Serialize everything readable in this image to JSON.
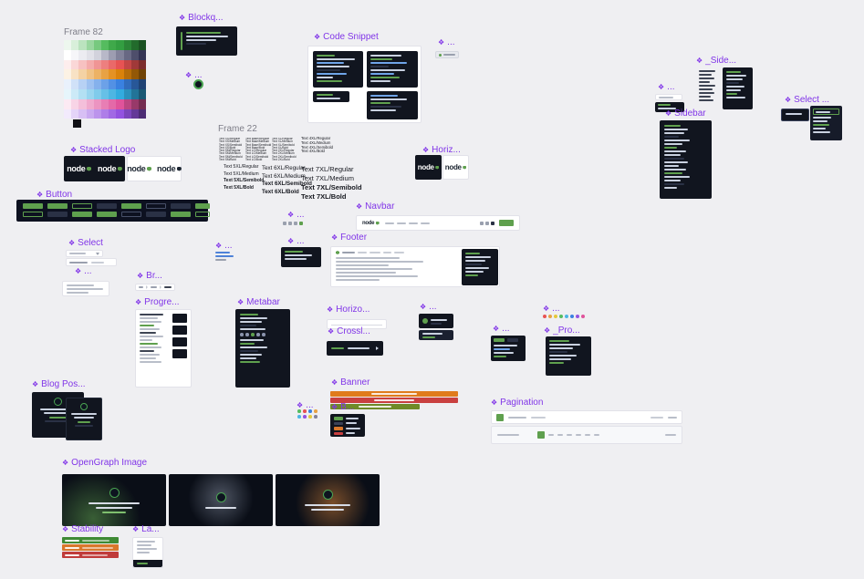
{
  "labels": {
    "frame82": "Frame 82",
    "blockquote": "Blockq...",
    "dots1": "...",
    "code_snippet": "Code Snippet",
    "dots_top": "...",
    "side_partial": "_Side...",
    "dots_side": "...",
    "sidebar": "Sidebar",
    "select_dark": "Select ...",
    "stacked_logo": "Stacked Logo",
    "frame22": "Frame 22",
    "horiz_logo": "Horiz...",
    "button": "Button",
    "navbar": "Navbar",
    "select_light": "Select",
    "dots_nav1": "...",
    "dots_nav2": "...",
    "dots_links": "...",
    "footer": "Footer",
    "dots_small1": "...",
    "breadcrumb": "Br...",
    "progression": "Progre...",
    "metabar": "Metabar",
    "horizontal_rule": "Horizo...",
    "dots_avatar": "...",
    "crosslink": "Crossl...",
    "dots_colors": "...",
    "pro_partial": "_Pro...",
    "dots_codetabs": "...",
    "blog_post": "Blog Pos...",
    "banner": "Banner",
    "badge": "B...",
    "pagination": "Pagination",
    "dots_iconset": "...",
    "opengraph": "OpenGraph Image",
    "stability": "Stability",
    "language": "La..."
  },
  "logo": {
    "text": "node"
  },
  "colors": {
    "brand_green": "#5FA04E",
    "panel_dark": "#11151F",
    "component_label_purple": "#8135E8",
    "canvas_bg": "#EFEFF2"
  },
  "palette": {
    "rows": [
      [
        "#EDF7EE",
        "#D8EFDA",
        "#BBE3BF",
        "#99D69F",
        "#77C97F",
        "#55BC5F",
        "#3FA94A",
        "#339E41",
        "#2B8537",
        "#226B2C",
        "#1A5222"
      ],
      [
        "#FFFFFF",
        "#F6F6F9",
        "#ECECF1",
        "#E1E1E8",
        "#D2D2DC",
        "#B8B8C8",
        "#9D9DB1",
        "#82829A",
        "#686883",
        "#4E4E6B",
        "#343454"
      ],
      [
        "#FDEDED",
        "#FAD7D7",
        "#F7C1C1",
        "#F4ABAB",
        "#F09595",
        "#ED7F7F",
        "#EA6969",
        "#E75353",
        "#C44646",
        "#A03939",
        "#7C2C2C"
      ],
      [
        "#FCF2E4",
        "#F8E2C4",
        "#F4D2A4",
        "#F0C284",
        "#ECB264",
        "#E8A244",
        "#E49224",
        "#D9820B",
        "#B66D09",
        "#935807",
        "#704305"
      ],
      [
        "#E9F1FC",
        "#D0E1F8",
        "#B7D1F4",
        "#9EC1F0",
        "#85B1EC",
        "#6CA1E8",
        "#5391E4",
        "#3A81E0",
        "#316CBC",
        "#285798",
        "#1F4274"
      ],
      [
        "#E6F5FB",
        "#CCEAF7",
        "#B3E0F3",
        "#99D5EF",
        "#80CBEB",
        "#66C0E7",
        "#4DB6E3",
        "#33ABDF",
        "#2B90BC",
        "#227498",
        "#1A5874"
      ],
      [
        "#FCEAF3",
        "#F8D4E6",
        "#F4BFDA",
        "#F0A9CD",
        "#EC94C1",
        "#E87EB4",
        "#E469A8",
        "#E0539B",
        "#BC4682",
        "#983969",
        "#742C50"
      ],
      [
        "#F2EAFC",
        "#E4D4F8",
        "#D7BFF4",
        "#C9A9F0",
        "#BC94EC",
        "#AE7EE8",
        "#A169E4",
        "#9353E0",
        "#7B46BC",
        "#643998",
        "#4C2C74"
      ]
    ],
    "single": "#101015"
  },
  "typography": {
    "tiny1": [
      "Text XS/Regular",
      "Text XS/Medium",
      "Text XS/Semibold",
      "Text XS/Bold",
      "Text SM/Regular",
      "Text SM/Medium",
      "Text SM/Semibold",
      "Text SM/Bold"
    ],
    "tiny2": [
      "Text Base/Regular",
      "Text Base/Medium",
      "Text Base/Semibold",
      "Text Base/Bold",
      "Text LG/Regular",
      "Text LG/Medium",
      "Text LG/Semibold",
      "Text LG/Bold"
    ],
    "tiny3": [
      "Text XL/Regular",
      "Text XL/Medium",
      "Text XL/Semibold",
      "Text XL/Bold",
      "Text 2XL/Regular",
      "Text 2XL/Medium",
      "Text 2XL/Semibold",
      "Text 2XL/Bold"
    ],
    "tiny4": [
      "Text 4XL/Regular",
      "Text 4XL/Medium",
      "Text 4XL/Semibold",
      "Text 4XL/Bold"
    ],
    "xl5": [
      "Text 5XL/Regular",
      "Text 5XL/Medium",
      "Text 5XL/Semibold",
      "Text 5XL/Bold"
    ],
    "xl6": [
      "Text 6XL/Regular",
      "Text 6XL/Medium",
      "Text 6XL/Semibold",
      "Text 6XL/Bold"
    ],
    "xl7": [
      "Text 7XL/Regular",
      "Text 7XL/Medium",
      "Text 7XL/Semibold",
      "Text 7XL/Bold"
    ]
  },
  "dots": {
    "spectrum": [
      "#E75353",
      "#E8A244",
      "#E4C83C",
      "#55BC5F",
      "#4DB6E3",
      "#3A81E0",
      "#9353E0",
      "#E0539B"
    ],
    "iconset0": [
      "#55BC5F",
      "#E75353",
      "#3A81E0",
      "#E8A244"
    ],
    "iconset1": [
      "#4DB6E3",
      "#9353E0",
      "#E4C83C",
      "#82829A"
    ]
  },
  "banner": {
    "colors": [
      "#E07B1C",
      "#C94040",
      "#6F8A28"
    ]
  },
  "stability": {
    "colors": [
      "#3E8A34",
      "#D9772B",
      "#C03B3B"
    ]
  },
  "badge": {
    "chip_colors": [
      "#5FA04E",
      "#3A4157",
      "#D9772B",
      "#C94040"
    ]
  }
}
